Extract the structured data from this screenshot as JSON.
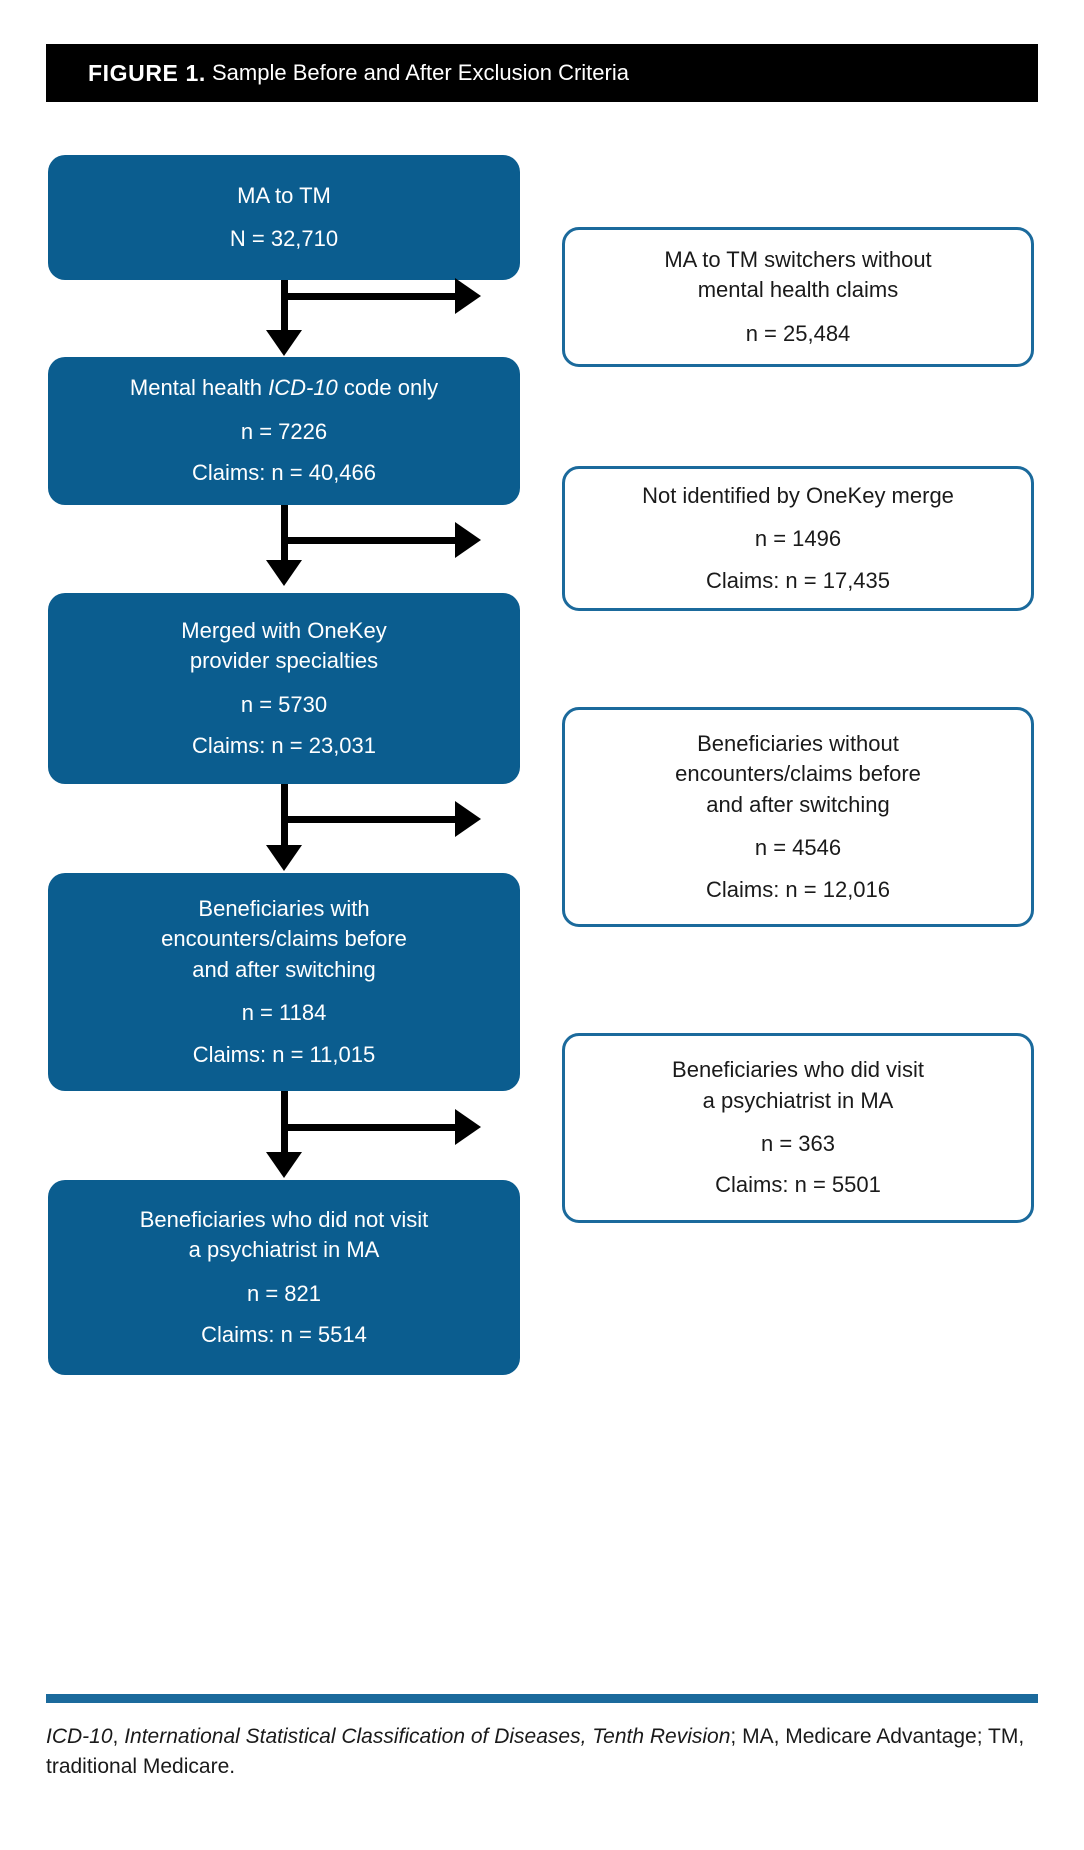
{
  "header": {
    "figure_label": "FIGURE 1.",
    "figure_title": " Sample Before and After Exclusion Criteria"
  },
  "colors": {
    "primary_fill": "#0b5d8f",
    "exclusion_border": "#1b6a9c",
    "title_bar": "#000000",
    "rule": "#1b6a9c",
    "text_on_primary": "#ffffff",
    "text_body": "#1a1a1a"
  },
  "chart_data": {
    "type": "diagram",
    "title": "Sample Before and After Exclusion Criteria",
    "orientation": "vertical-flow-with-side-exclusions",
    "stages": [
      {
        "label": "MA to TM",
        "n": 32710,
        "n_display": "N = 32,710",
        "claims": null
      },
      {
        "label": "Mental health ICD-10 code only",
        "n": 7226,
        "n_display": "n = 7226",
        "claims": 40466,
        "claims_display": "Claims: n = 40,466"
      },
      {
        "label": "Merged with OneKey provider specialties",
        "n": 5730,
        "n_display": "n = 5730",
        "claims": 23031,
        "claims_display": "Claims: n = 23,031"
      },
      {
        "label": "Beneficiaries with encounters/claims before and after switching",
        "n": 1184,
        "n_display": "n = 1184",
        "claims": 11015,
        "claims_display": "Claims: n = 11,015"
      },
      {
        "label": "Beneficiaries who did not visit a psychiatrist in MA",
        "n": 821,
        "n_display": "n = 821",
        "claims": 5514,
        "claims_display": "Claims: n = 5514"
      }
    ],
    "exclusions": [
      {
        "label": "MA to TM switchers without mental health claims",
        "n": 25484,
        "n_display": "n = 25,484",
        "claims": null
      },
      {
        "label": "Not identified by OneKey merge",
        "n": 1496,
        "n_display": "n = 1496",
        "claims": 17435,
        "claims_display": "Claims: n = 17,435"
      },
      {
        "label": "Beneficiaries without encounters/claims before and after switching",
        "n": 4546,
        "n_display": "n = 4546",
        "claims": 12016,
        "claims_display": "Claims: n = 12,016"
      },
      {
        "label": "Beneficiaries who did visit a psychiatrist in MA",
        "n": 363,
        "n_display": "n = 363",
        "claims": 5501,
        "claims_display": "Claims: n = 5501"
      }
    ]
  },
  "nodes": {
    "stage1": {
      "line1": "MA to TM",
      "line2": "N = 32,710"
    },
    "stage2": {
      "line1a": "Mental health ",
      "line1b": "ICD-10",
      "line1c": " code only",
      "line2": "n = 7226",
      "line3": "Claims: n = 40,466"
    },
    "stage3": {
      "line1": "Merged with OneKey",
      "line2": "provider specialties",
      "line3": "n = 5730",
      "line4": "Claims: n = 23,031"
    },
    "stage4": {
      "line1": "Beneficiaries with",
      "line2": "encounters/claims before",
      "line3": "and after switching",
      "line4": "n = 1184",
      "line5": "Claims: n = 11,015"
    },
    "stage5": {
      "line1": "Beneficiaries who did not visit",
      "line2": "a psychiatrist in MA",
      "line3": "n = 821",
      "line4": "Claims: n = 5514"
    },
    "excl1": {
      "line1": "MA to TM switchers without",
      "line2": "mental health claims",
      "line3": "n = 25,484"
    },
    "excl2": {
      "line1": "Not identified by OneKey merge",
      "line2": "n = 1496",
      "line3": "Claims: n = 17,435"
    },
    "excl3": {
      "line1": "Beneficiaries without",
      "line2": "encounters/claims before",
      "line3": "and after switching",
      "line4": "n = 4546",
      "line5": "Claims: n = 12,016"
    },
    "excl4": {
      "line1": "Beneficiaries who did visit",
      "line2": "a psychiatrist in MA",
      "line3": "n = 363",
      "line4": "Claims: n = 5501"
    }
  },
  "footnote": {
    "abbr1": "ICD-10",
    "sep1": ", ",
    "expansion1": "International Statistical Classification of Diseases, Tenth Revision",
    "rest": "; MA, Medicare Advantage; TM, traditional Medicare."
  }
}
